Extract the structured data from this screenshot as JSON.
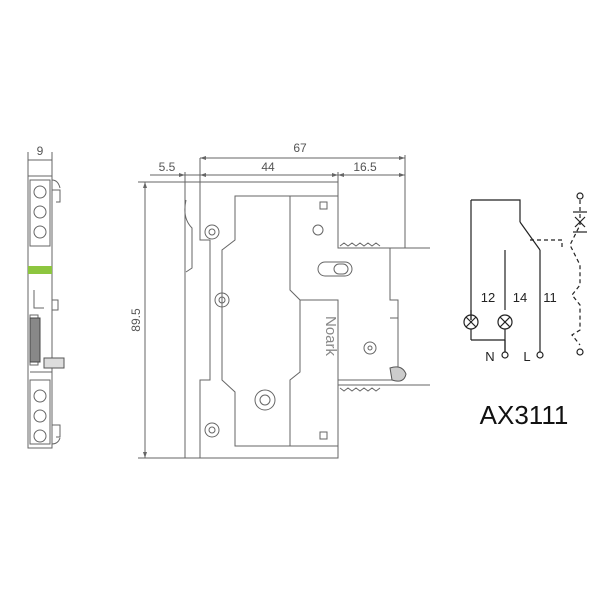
{
  "side_view": {
    "width_dim": "9",
    "colors": {
      "indicator_green": "#8dc63f"
    }
  },
  "front_view": {
    "dims": {
      "overall_width": "67",
      "left_offset": "5.5",
      "body_width": "44",
      "right_depth": "16.5",
      "height": "89.5"
    },
    "brand_label": "Noark"
  },
  "schematic": {
    "terminals": {
      "t12": "12",
      "t14": "14",
      "t11": "11"
    },
    "supply": {
      "neutral": "N",
      "line": "L"
    },
    "model": "AX3111"
  },
  "colors": {
    "line": "#555555",
    "dark": "#222222",
    "accent": "#8dc63f"
  }
}
